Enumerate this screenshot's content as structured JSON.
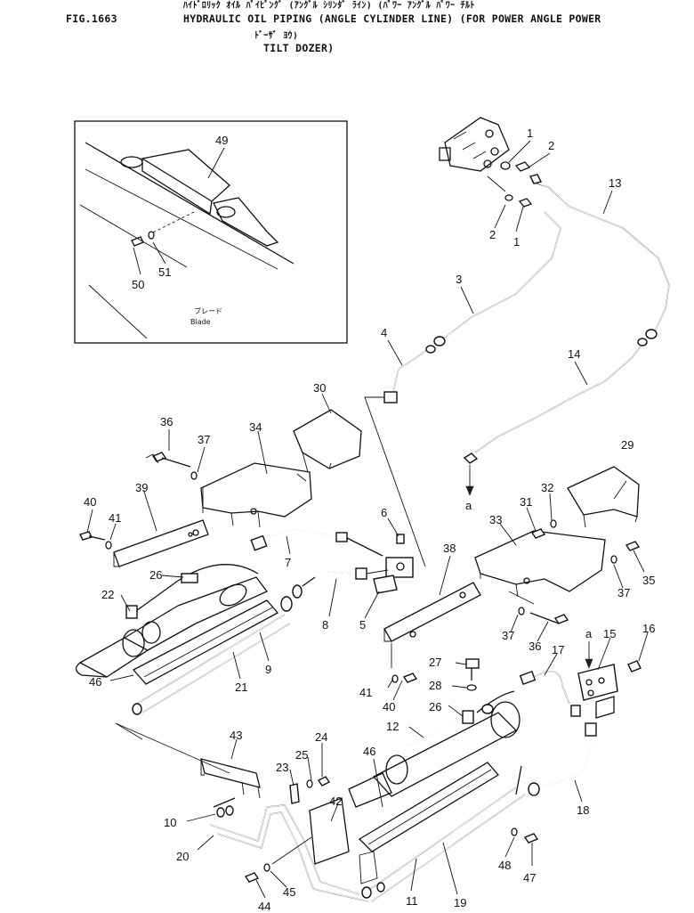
{
  "header": {
    "fig": "FIG.1663",
    "jp_line1": "ﾊｲﾄﾞﾛﾘｯｸ ｵｲﾙ ﾊﾟｲﾋﾟﾝｸﾞ (ｱﾝｸﾞﾙ ｼﾘﾝﾀﾞ ﾗｲﾝ) (ﾊﾟﾜｰ ｱﾝｸﾞﾙ ﾊﾟﾜｰ ﾁﾙﾄ",
    "en_line1": "HYDRAULIC OIL PIPING (ANGLE CYLINDER LINE) (FOR POWER ANGLE POWER",
    "jp_line2": "ﾄﾞｰｻﾞ ﾖｳ)",
    "en_line2": "TILT DOZER)"
  },
  "inset": {
    "blade_jp": "ブレード",
    "blade_en": "Blade"
  },
  "marker": "a",
  "parts": {
    "p1a": "1",
    "p1b": "1",
    "p2a": "2",
    "p2b": "2",
    "p3": "3",
    "p4": "4",
    "p5": "5",
    "p6": "6",
    "p7": "7",
    "p8": "8",
    "p9": "9",
    "p10": "10",
    "p11": "11",
    "p12": "12",
    "p13": "13",
    "p14": "14",
    "p15": "15",
    "p16": "16",
    "p17": "17",
    "p18": "18",
    "p19": "19",
    "p20": "20",
    "p21": "21",
    "p22": "22",
    "p23": "23",
    "p24": "24",
    "p25": "25",
    "p26a": "26",
    "p26b": "26",
    "p27": "27",
    "p28": "28",
    "p29": "29",
    "p30": "30",
    "p31": "31",
    "p32": "32",
    "p33": "33",
    "p34": "34",
    "p35": "35",
    "p36a": "36",
    "p36b": "36",
    "p37a": "37",
    "p37b": "37",
    "p37c": "37",
    "p38": "38",
    "p39": "39",
    "p40a": "40",
    "p40b": "40",
    "p41a": "41",
    "p41b": "41",
    "p42": "42",
    "p43": "43",
    "p44": "44",
    "p45": "45",
    "p46a": "46",
    "p46b": "46",
    "p47": "47",
    "p48": "48",
    "p49": "49",
    "p50": "50",
    "p51": "51"
  }
}
